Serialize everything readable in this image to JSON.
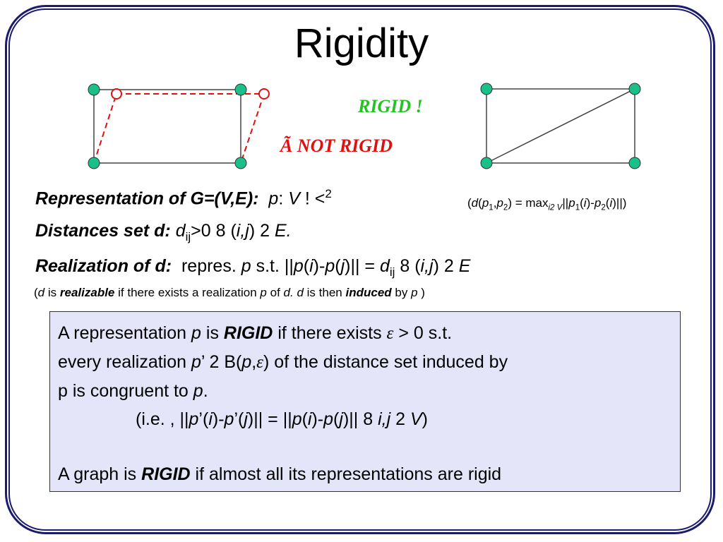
{
  "title": "Rigidity",
  "labels": {
    "rigid_text": "RIGID",
    "rigid_mark": "!",
    "not_rigid_mark": "Ã",
    "not_rigid_text": "NOT RIGID"
  },
  "colors": {
    "frame": "#1a1a6e",
    "node_fill": "#19c08a",
    "rigid": "#22c322",
    "not_rigid": "#e01010",
    "box_bg": "#e5e5fa"
  },
  "representation": {
    "label": "Representation of G=(V,E):",
    "p": "p",
    "colon": ":",
    "V": "V",
    "arrow": "!",
    "R": "<",
    "exp": "2"
  },
  "note": {
    "open": "(",
    "d": "d",
    "paren": "(",
    "p1": "p",
    "s1": "1",
    "comma": ",",
    "p2": "p",
    "s2": "2",
    "mid": ") = max",
    "sub": "i2 V",
    "norm_open": "||",
    "p1b": "p",
    "s1b": "1",
    "lpar1": "(",
    "i1": "i",
    "rpar1": ")-",
    "p2b": "p",
    "s2b": "2",
    "lpar2": "(",
    "i2": "i",
    "end": ")||)"
  },
  "distances": {
    "label": "Distances set d:",
    "d": "d",
    "sub": "ij",
    "rest": ">0 8 (",
    "ij": "i,j",
    "close": ") 2",
    "E": "E."
  },
  "realization": {
    "label": "Realization of d:",
    "repres": "repres.",
    "p": "p",
    "st": "s.t. ||",
    "p1": "p",
    "lp1": "(",
    "i": "i",
    "mid": ")-",
    "p2": "p",
    "lp2": "(",
    "j": "j",
    "eq": ")|| =",
    "d": "d",
    "sub": "ij",
    "for": "8 (",
    "ij": "i,j",
    "close": ") 2",
    "E": "E"
  },
  "realizable_note": {
    "open": "(",
    "d": "d",
    "is": "is",
    "realizable": "realizable",
    "text1": "if there exists a realization",
    "p": "p",
    "of": "of",
    "d2": "d.",
    "d3": "d",
    "text2": "is then",
    "induced": "induced",
    "by": "by",
    "p2": "p",
    "close": ")"
  },
  "definition": {
    "line1_a": "A representation",
    "line1_p": "p",
    "line1_is": "is",
    "line1_rigid": "RIGID",
    "line1_b": "if there exists",
    "line1_eps": "ε",
    "line1_c": "> 0 s.t.",
    "line2_a": "every realization",
    "line2_p": "p",
    "line2_b": "’ 2 B(",
    "line2_p2": "p",
    "line2_comma": ",",
    "line2_eps": "ε",
    "line2_c": ") of the distance set induced by",
    "line3_a": "p is congruent to",
    "line3_p": "p",
    "line3_dot": ".",
    "line4_a": "(i.e. , ||",
    "line4_p1": "p",
    "line4_b": "’(",
    "line4_i1": "i",
    "line4_c": ")-",
    "line4_p2": "p",
    "line4_d": "’(",
    "line4_j1": "j",
    "line4_e": ")|| = ||",
    "line4_p3": "p",
    "line4_f": "(",
    "line4_i2": "i",
    "line4_g": ")-",
    "line4_p4": "p",
    "line4_h": "(",
    "line4_j2": "j",
    "line4_k": ")|| 8",
    "line4_ij": "i,j",
    "line4_in": "2",
    "line4_V": "V",
    "line4_close": ")",
    "line5_a": "A graph is",
    "line5_rigid": "RIGID",
    "line5_b": "if almost all its representations are rigid"
  }
}
